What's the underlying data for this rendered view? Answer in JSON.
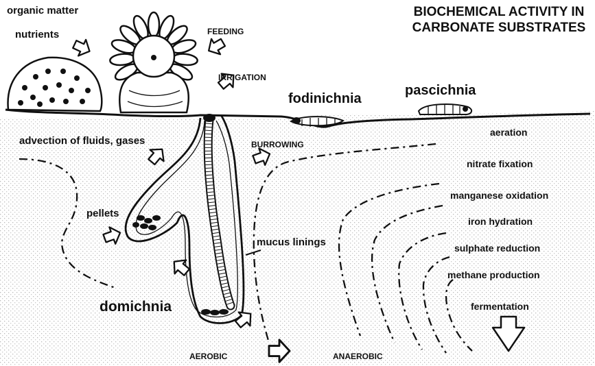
{
  "title_lines": [
    "BIOCHEMICAL ACTIVITY IN",
    "CARBONATE SUBSTRATES"
  ],
  "labels": {
    "organic_matter": "organic matter",
    "nutrients": "nutrients",
    "feeding": "FEEDING",
    "irrigation": "IRRIGATION",
    "fodinichnia": "fodinichnia",
    "pascichnia": "pascichnia",
    "advection": "advection of fluids, gases",
    "burrowing": "BURROWING",
    "pellets": "pellets",
    "mucus_linings": "mucus linings",
    "domichnia": "domichnia",
    "aerobic": "AEROBIC",
    "anaerobic": "ANAEROBIC"
  },
  "zones": [
    "aeration",
    "nitrate fixation",
    "manganese oxidation",
    "iron hydration",
    "sulphate reduction",
    "methane production",
    "fermentation"
  ],
  "colors": {
    "ink": "#111111",
    "background": "#ffffff",
    "stipple": "#bdbdbd"
  },
  "icons": [
    "hollow-arrow-icon",
    "worm-icon",
    "polyp-icon",
    "coral-colony-icon",
    "fecal-pellet-icon"
  ]
}
